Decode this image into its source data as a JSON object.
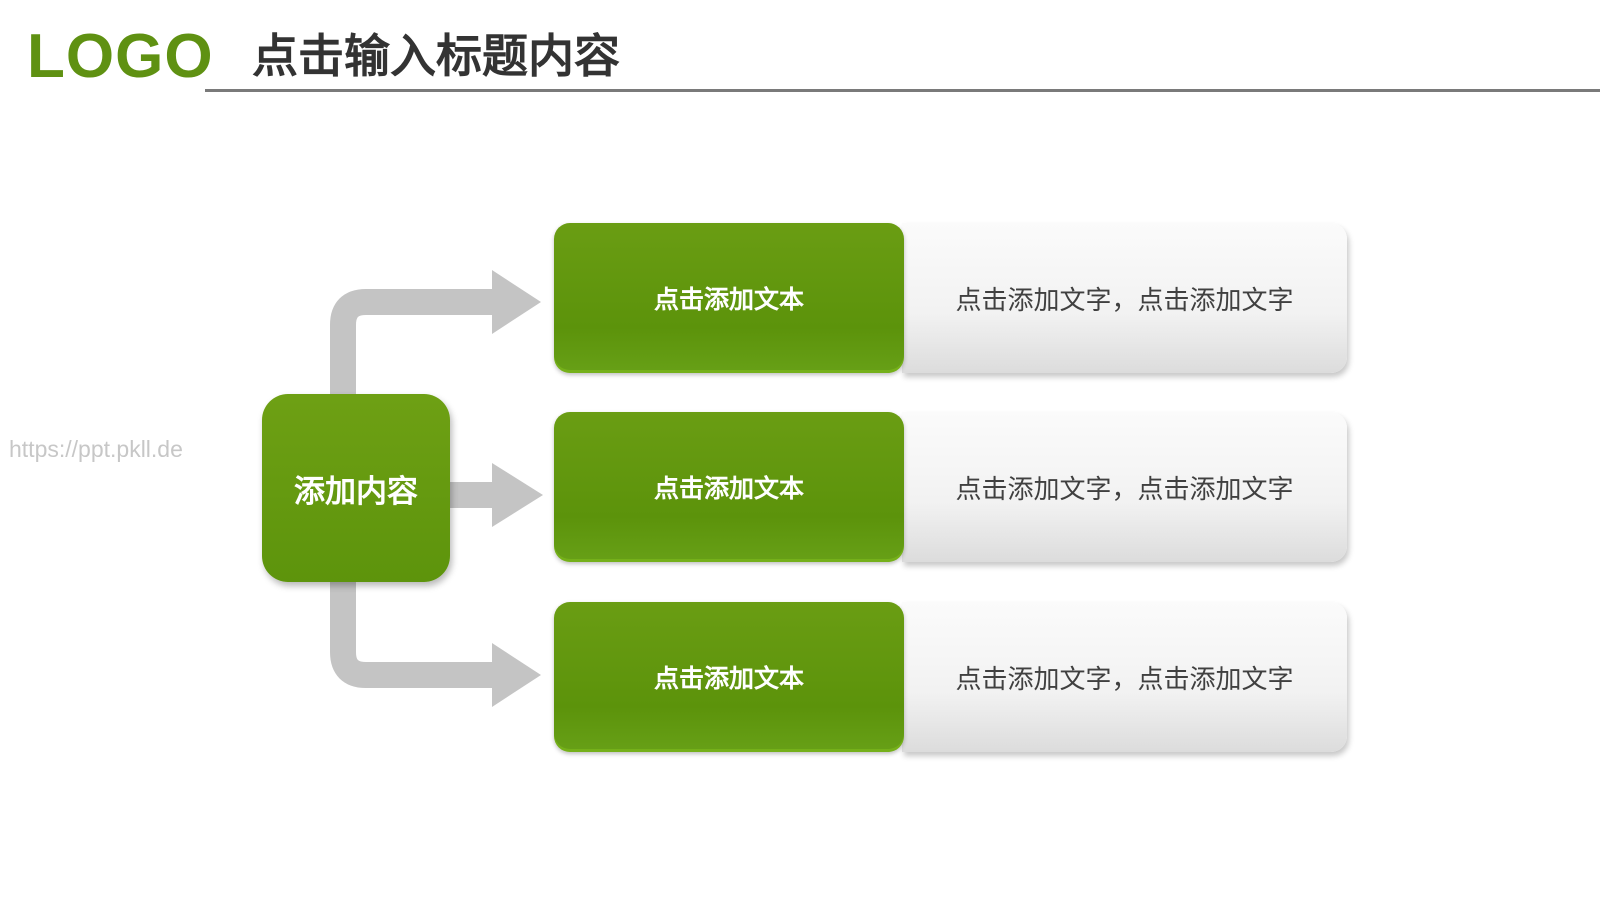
{
  "header": {
    "logo": "LOGO",
    "title": "点击输入标题内容"
  },
  "watermark": "https://ppt.pkll.de",
  "diagram": {
    "source": "添加内容",
    "branches": [
      {
        "label": "点击添加文本",
        "text": "点击添加文字，点击添加文字"
      },
      {
        "label": "点击添加文本",
        "text": "点击添加文字，点击添加文字"
      },
      {
        "label": "点击添加文本",
        "text": "点击添加文字，点击添加文字"
      }
    ]
  },
  "colors": {
    "accent": "#5f9112",
    "connector": "#c4c4c4",
    "title_rule": "#7a7a7a"
  }
}
